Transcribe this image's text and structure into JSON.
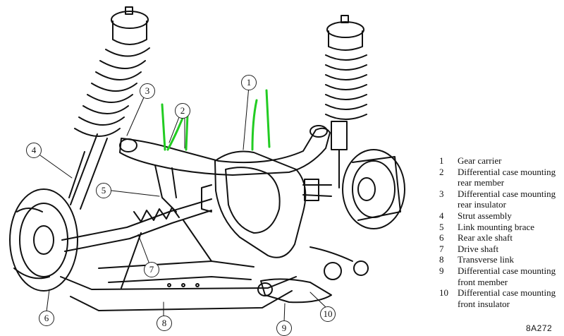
{
  "diagram": {
    "callouts": [
      {
        "number": "1"
      },
      {
        "number": "2"
      },
      {
        "number": "3"
      },
      {
        "number": "4"
      },
      {
        "number": "5"
      },
      {
        "number": "6"
      },
      {
        "number": "7"
      },
      {
        "number": "8"
      },
      {
        "number": "9"
      },
      {
        "number": "10"
      }
    ],
    "highlight_color": "#22cc22",
    "reference_code": "8A272"
  },
  "legend": {
    "items": [
      {
        "number": "1",
        "text": "Gear carrier"
      },
      {
        "number": "2",
        "text": "Differential case mounting rear member"
      },
      {
        "number": "3",
        "text": "Differential case mounting rear insulator"
      },
      {
        "number": "4",
        "text": "Strut assembly"
      },
      {
        "number": "5",
        "text": "Link mounting brace"
      },
      {
        "number": "6",
        "text": "Rear axle shaft"
      },
      {
        "number": "7",
        "text": "Drive shaft"
      },
      {
        "number": "8",
        "text": "Transverse link"
      },
      {
        "number": "9",
        "text": "Differential case mounting front member"
      },
      {
        "number": "10",
        "text": "Differential case mounting front insulator"
      }
    ]
  }
}
